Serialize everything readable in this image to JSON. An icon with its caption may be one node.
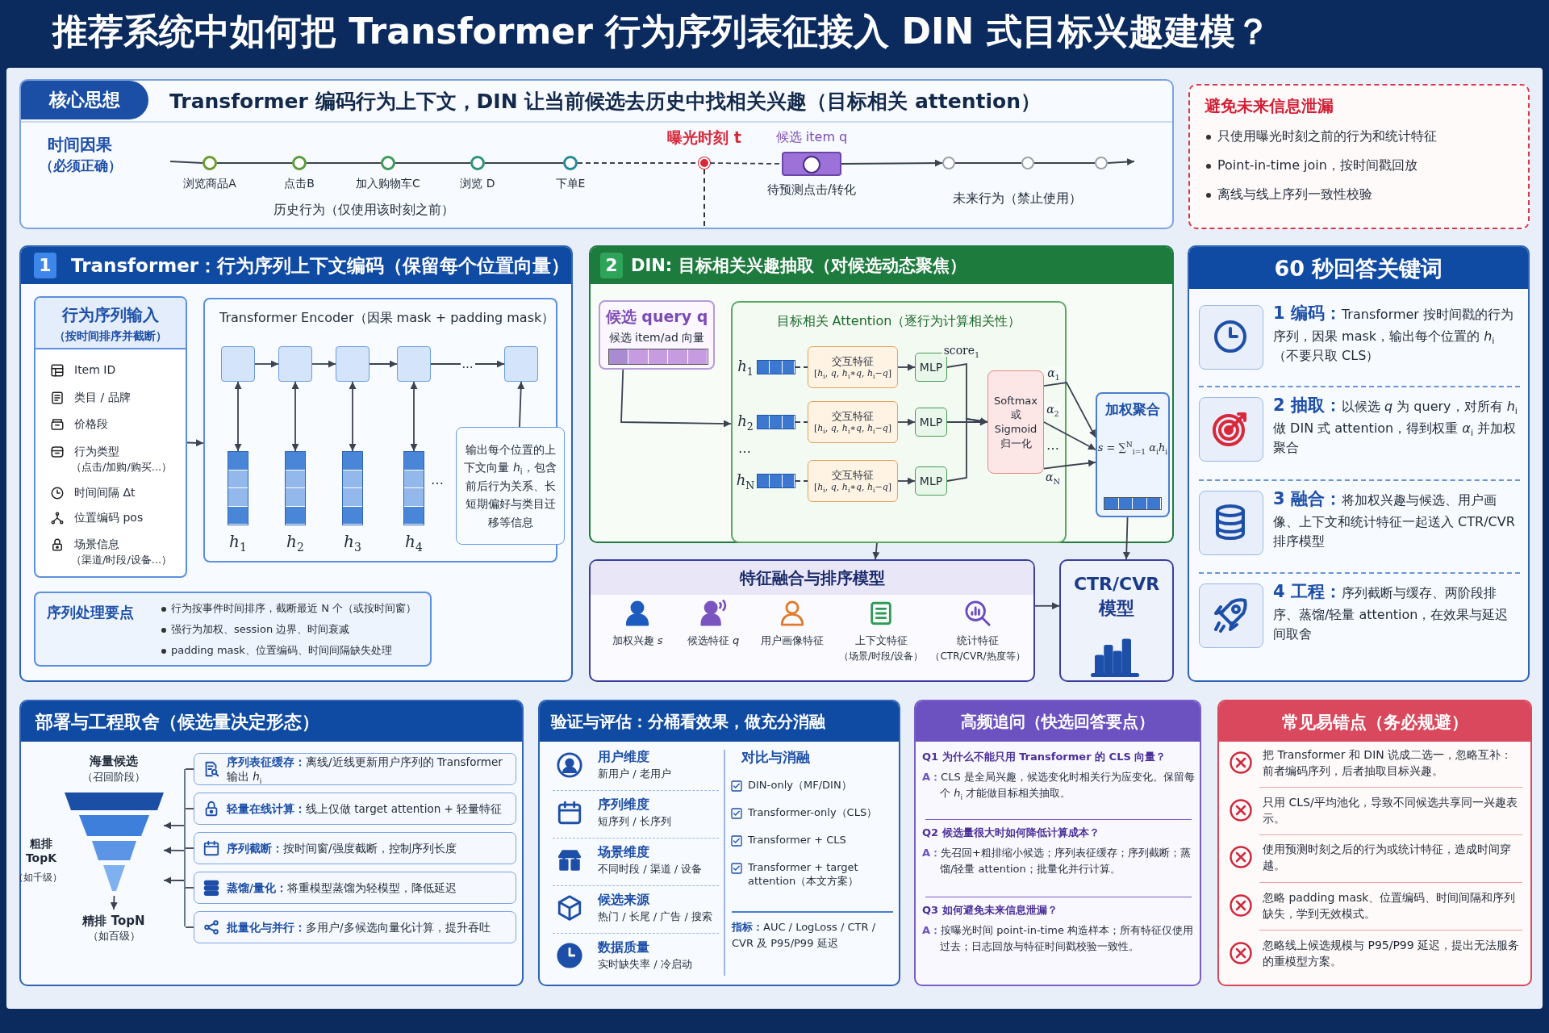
{
  "diagram": {
    "title": "推荐系统中如何把 Transformer 行为序列表征接入 DIN 式目标兴趣建模？",
    "nodes": [
      {
        "text": [
          "Transformer 编码行为上下文，DIN 让当前候选去历史中找相关兴趣（目标相关 attention）"
        ]
      },
      {
        "text": [
          "核心思想"
        ],
        "in": 0
      },
      {
        "text": [],
        "shape": "circle",
        "beside": [
          "浏览商品A"
        ],
        "in": 0
      },
      {
        "text": [],
        "shape": "circle",
        "beside": [
          "点击B"
        ],
        "in": 0
      },
      {
        "text": [],
        "shape": "circle",
        "beside": [
          "加入购物车C"
        ],
        "in": 0
      },
      {
        "text": [],
        "shape": "circle",
        "beside": [
          "浏览 D"
        ],
        "in": 0
      },
      {
        "text": [],
        "shape": "circle",
        "beside": [
          "下单E"
        ],
        "in": 0
      },
      {
        "text": [],
        "shape": "circle",
        "beside": [
          "曝光时刻 t"
        ],
        "in": 0
      },
      {
        "text": [],
        "shape": "box",
        "beside": [
          "候选 item q",
          "待预测点击/转化"
        ],
        "in": 0
      },
      {
        "text": [],
        "shape": "circle",
        "in": 0
      },
      {
        "text": [],
        "shape": "circle",
        "in": 0
      },
      {
        "text": [],
        "shape": "circle",
        "in": 0
      },
      {
        "text": [
          "避免未来信息泄漏",
          "只使用曝光时刻之前的行为和统计特征",
          "Point-in-time join，按时间戳回放",
          "离线与线上序列一致性校验"
        ]
      },
      {
        "text": [
          "1",
          "Transformer：行为序列上下文编码（保留每个位置向量）"
        ]
      },
      {
        "text": [
          "行为序列输入",
          "（按时间排序并截断）",
          "Item ID",
          "类目 / 品牌",
          "价格段",
          "行为类型",
          "（点击/加购/购买...）",
          "时间间隔 Δt",
          "位置编码 pos",
          "场景信息",
          "（渠道/时段/设备...）"
        ],
        "in": 13
      },
      {
        "text": [
          "Transformer Encoder（因果 mask + padding mask）"
        ],
        "in": 13
      },
      {
        "text": [],
        "shape": "box",
        "in": 15
      },
      {
        "text": [],
        "shape": "box",
        "in": 15
      },
      {
        "text": [],
        "shape": "box",
        "in": 15
      },
      {
        "text": [],
        "shape": "box",
        "in": 15
      },
      {
        "text": [],
        "shape": "box",
        "in": 15
      },
      {
        "text": [],
        "shape": "bar",
        "beside": [
          "*h*$_{1}$"
        ],
        "in": 15
      },
      {
        "text": [],
        "shape": "bar",
        "beside": [
          "*h*$_{2}$"
        ],
        "in": 15
      },
      {
        "text": [],
        "shape": "bar",
        "beside": [
          "*h*$_{3}$"
        ],
        "in": 15
      },
      {
        "text": [],
        "shape": "bar",
        "beside": [
          "*h*$_{4}$"
        ],
        "in": 15
      },
      {
        "text": [
          "输出每个位置的上下文向量 *h*$_{i}$，包含前后行为关系、长短期偏好与类目迁移等信息"
        ],
        "in": 13
      },
      {
        "text": [
          "序列处理要点",
          "行为按事件时间排序，截断最近 N 个（或按时间窗）",
          "强行为加权、session 边界、时间衰减",
          "padding mask、位置编码、时间间隔缺失处理"
        ],
        "in": 13
      },
      {
        "text": [
          "2",
          "DIN: 目标相关兴趣抽取（对候选动态聚焦）"
        ]
      },
      {
        "text": [
          "候选 query q",
          "候选 item/ad 向量"
        ],
        "in": 27
      },
      {
        "text": [
          "目标相关 Attention（逐行为计算相关性）"
        ],
        "in": 27
      },
      {
        "text": [],
        "shape": "bar",
        "beside": [
          "*h*$_{1}$"
        ],
        "in": 29
      },
      {
        "text": [],
        "shape": "bar",
        "beside": [
          "*h*$_{2}$"
        ],
        "in": 29
      },
      {
        "text": [],
        "shape": "bar",
        "beside": [
          "*h*$_{N}$"
        ],
        "in": 29
      },
      {
        "text": [
          "交互特征",
          "[*h*$_{i}$, *q*, *h*$_{i}$∗*q*, *h*$_{i}$−*q*]"
        ],
        "in": 29
      },
      {
        "text": [
          "交互特征",
          "[*h*$_{i}$, *q*, *h*$_{i}$∗*q*, *h*$_{i}$−*q*]"
        ],
        "in": 29
      },
      {
        "text": [
          "交互特征",
          "[*h*$_{i}$, *q*, *h*$_{i}$∗*q*, *h*$_{i}$−*q*]"
        ],
        "in": 29
      },
      {
        "text": [
          "MLP"
        ],
        "in": 29
      },
      {
        "text": [
          "MLP"
        ],
        "in": 29
      },
      {
        "text": [
          "MLP"
        ],
        "in": 29
      },
      {
        "text": [
          "Softmax 或 Sigmoid 归一化"
        ],
        "in": 29
      },
      {
        "text": [
          "加权聚合",
          "*s* = ∑$^{N}$$_{i=1}$ *α*$_{i}$*h*$_{i}$"
        ],
        "in": 27
      },
      {
        "text": [
          "特征融合与排序模型",
          "加权兴趣 *s*",
          "候选特征 *q*",
          "用户画像特征",
          "上下文特征",
          "（场景/时段/设备）",
          "统计特征",
          "（CTR/CVR/热度等）"
        ]
      },
      {
        "text": [
          "CTR/CVR 模型"
        ]
      },
      {
        "text": [
          "60 秒回答关键词",
          "**1 编码：**Transformer 按时间戳的行为序列，因果 mask，输出每个位置的 *h*$_{i}$（不要只取 CLS）",
          "**2 抽取：**以候选 *q* 为 query，对所有 *h*$_{i}$ 做 DIN 式 attention，得到权重 *α*$_{i}$ 并加权聚合",
          "**3 融合：**将加权兴趣与候选、用户画像、上下文和统计特征一起送入 CTR/CVR 排序模型",
          "**4 工程：**序列截断与缓存、两阶段排序、蒸馏/轻量 attention，在效果与延迟间取舍"
        ]
      },
      {
        "text": [
          "部署与工程取舍（候选量决定形态）"
        ]
      },
      {
        "text": [],
        "shape": "funnel",
        "beside": [
          "海量候选",
          "（召回阶段）",
          "粗排 TopK",
          "（如千级）"
        ],
        "in": 44
      },
      {
        "text": [
          "精排 TopN",
          "（如百级）"
        ],
        "in": 44
      },
      {
        "text": [
          "**序列表征缓存：**离线/近线更新用户序列的 Transformer 输出 *h*$_{i}$"
        ],
        "in": 44
      },
      {
        "text": [
          "**轻量在线计算：**线上仅做 target attention + 轻量特征"
        ],
        "in": 44
      },
      {
        "text": [
          "**序列截断：**按时间窗/强度截断，控制序列长度"
        ],
        "in": 44
      },
      {
        "text": [
          "**蒸馏/量化：**将重模型蒸馏为轻模型，降低延迟"
        ],
        "in": 44
      },
      {
        "text": [
          "**批量化与并行：**多用户/多候选向量化计算，提升吞吐"
        ],
        "in": 44
      },
      {
        "text": [
          "验证与评估：分桶看效果，做充分消融",
          "用户维度",
          "新用户 / 老用户",
          "序列维度",
          "短序列 / 长序列",
          "场景维度",
          "不同时段 / 渠道 / 设备",
          "候选来源",
          "热门 / 长尾 / 广告 / 搜索",
          "数据质量",
          "实时缺失率 / 冷启动",
          "对比与消融",
          "DIN-only（MF/DIN）",
          "Transformer-only（CLS）",
          "Transformer + CLS",
          "Transformer + target attention（本文方案）",
          "**指标：**AUC / LogLoss / CTR / CVR 及 P95/P99 延迟"
        ]
      },
      {
        "text": [
          "高频追问（快选回答要点）",
          "Q1 为什么不能只用 Transformer 的 CLS 向量？",
          "**A：**CLS 是全局兴趣，候选变化时相关行为应变化。保留每个 *h*$_{i}$ 才能做目标相关抽取。",
          "Q2 候选量很大时如何降低计算成本？",
          "**A：**先召回+粗排缩小候选；序列表征缓存；序列截断；蒸馏/轻量 attention；批量化并行计算。",
          "Q3 如何避免未来信息泄漏？",
          "**A：**按曝光时间 point-in-time 构造样本；所有特征仅使用过去；日志回放与特征时间戳校验一致性。"
        ]
      },
      {
        "text": [
          "常见易错点（务必规避）",
          "把 Transformer 和 DIN 说成二选一，忽略互补：前者编码序列，后者抽取目标兴趣。",
          "只用 CLS/平均池化，导致不同候选共享同一兴趣表示。",
          "使用预测时刻之后的行为或统计特征，造成时间穿越。",
          "忽略 padding mask、位置编码、时间间隔和序列缺失，学到无效模式。",
          "忽略线上候选规模与 P95/P99 延迟，提出无法服务的重模型方案。"
        ]
      },
      {
        "text": [],
        "shape": "bar",
        "in": 44
      }
    ],
    "edges": [
      {
        "from": null,
        "to": 2,
        "arrow": "none"
      },
      {
        "from": 2,
        "to": 3,
        "arrow": "none"
      },
      {
        "from": 3,
        "to": 4,
        "arrow": "none"
      },
      {
        "from": 4,
        "to": 5,
        "arrow": "none"
      },
      {
        "from": 5,
        "to": 6,
        "arrow": "none"
      },
      {
        "from": 6,
        "to": 7,
        "arrow": "none",
        "style": "dashed"
      },
      {
        "from": 7,
        "to": 8,
        "arrow": "none",
        "style": "dashed"
      },
      {
        "from": 8,
        "to": 9,
        "arrow": "to"
      },
      {
        "from": 9,
        "to": 10,
        "arrow": "none"
      },
      {
        "from": 10,
        "to": 11,
        "arrow": "none"
      },
      {
        "from": 11,
        "to": null,
        "arrow": "to"
      },
      {
        "from": 14,
        "to": 15,
        "arrow": "to"
      },
      {
        "from": 16,
        "to": 17,
        "arrow": "to"
      },
      {
        "from": 17,
        "to": 18,
        "arrow": "to"
      },
      {
        "from": 18,
        "to": 19,
        "arrow": "to"
      },
      {
        "from": 19,
        "to": 20,
        "arrow": "to",
        "label": "…"
      },
      {
        "from": 16,
        "to": 21,
        "arrow": "both"
      },
      {
        "from": 17,
        "to": 22,
        "arrow": "both"
      },
      {
        "from": 18,
        "to": 23,
        "arrow": "both"
      },
      {
        "from": 19,
        "to": 24,
        "arrow": "both"
      },
      {
        "from": 25,
        "to": 20,
        "arrow": "to"
      },
      {
        "from": 28,
        "to": 29,
        "arrow": "to"
      },
      {
        "from": 30,
        "to": 33,
        "arrow": "none",
        "style": "dashed"
      },
      {
        "from": 31,
        "to": 34,
        "arrow": "none",
        "style": "dashed"
      },
      {
        "from": 32,
        "to": 35,
        "arrow": "none",
        "style": "dashed"
      },
      {
        "from": 33,
        "to": 36,
        "arrow": "to"
      },
      {
        "from": 34,
        "to": 37,
        "arrow": "to"
      },
      {
        "from": 35,
        "to": 38,
        "arrow": "to"
      },
      {
        "from": 36,
        "to": 39,
        "arrow": "to",
        "label": "score$_{1}$"
      },
      {
        "from": 37,
        "to": 39,
        "arrow": "to"
      },
      {
        "from": 38,
        "to": 39,
        "arrow": "to"
      },
      {
        "from": 39,
        "to": 40,
        "arrow": "to",
        "label": "*α*$_{1}$"
      },
      {
        "from": 39,
        "to": 40,
        "arrow": "to",
        "label": "*α*$_{2}$"
      },
      {
        "from": 39,
        "to": 40,
        "arrow": "to",
        "label": "*α*$_{N}$"
      },
      {
        "from": 29,
        "to": 41,
        "arrow": "to"
      },
      {
        "from": 40,
        "to": 42,
        "arrow": "to"
      },
      {
        "from": 41,
        "to": 42,
        "arrow": "to"
      },
      {
        "from": 55,
        "to": 45,
        "arrow": "to"
      },
      {
        "from": 55,
        "to": 45,
        "arrow": "to"
      },
      {
        "from": 55,
        "to": 45,
        "arrow": "to"
      },
      {
        "from": 45,
        "to": 46,
        "arrow": "to"
      },
      {
        "from": 47,
        "to": 55,
        "arrow": "none"
      },
      {
        "from": 48,
        "to": 55,
        "arrow": "none"
      },
      {
        "from": 49,
        "to": 55,
        "arrow": "none"
      },
      {
        "from": 50,
        "to": 55,
        "arrow": "none"
      },
      {
        "from": 51,
        "to": 55,
        "arrow": "none"
      }
    ],
    "labels": [
      "时间因果",
      "（必须正确）",
      "历史行为（仅使用该时刻之前）",
      "未来行为（禁止使用）",
      "…",
      "…",
      "…"
    ]
  }
}
